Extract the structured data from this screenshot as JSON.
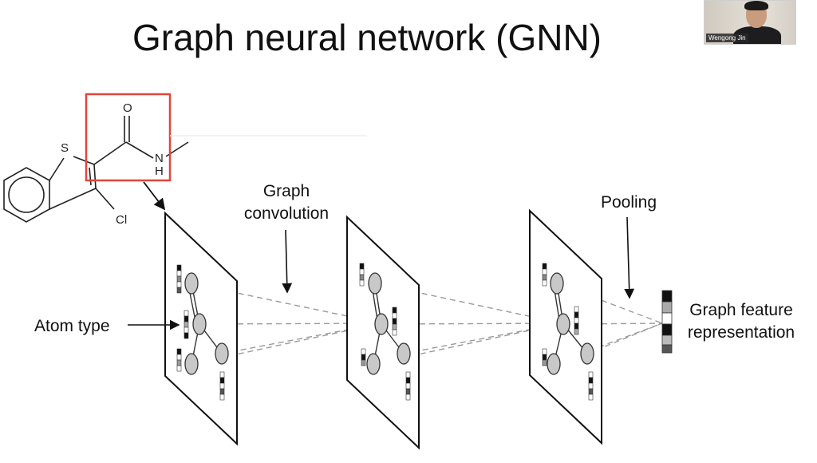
{
  "slide": {
    "title": "Graph neural network (GNN)"
  },
  "labels": {
    "graph_convolution_line1": "Graph",
    "graph_convolution_line2": "convolution",
    "pooling": "Pooling",
    "atom_type": "Atom type",
    "graph_feature_line1": "Graph feature",
    "graph_feature_line2": "representation"
  },
  "molecule": {
    "atom_o": "O",
    "atom_s": "S",
    "atom_n": "N",
    "atom_h": "H",
    "atom_cl": "Cl"
  },
  "video": {
    "name": "Wengong Jin"
  },
  "colors": {
    "highlight_box": "#e0463a",
    "node_fill": "#c8c8c8",
    "dash": "#9a9a9a"
  }
}
